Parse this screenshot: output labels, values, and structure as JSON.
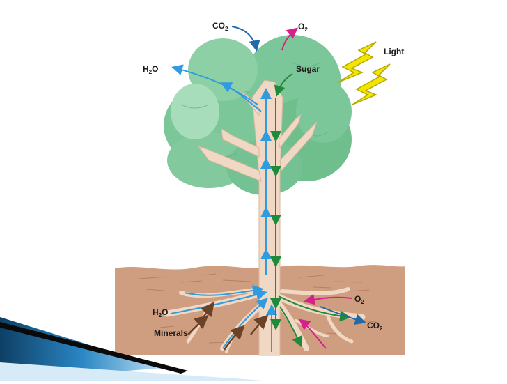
{
  "labels": {
    "co2_top": {
      "base": "CO",
      "sub": "2"
    },
    "o2_top": {
      "base": "O",
      "sub": "2"
    },
    "h2o_top": {
      "base": "H",
      "sub": "2",
      "rest": "O"
    },
    "light": "Light",
    "sugar": "Sugar",
    "h2o_bottom": {
      "base": "H",
      "sub": "2",
      "rest": "O"
    },
    "minerals": "Minerals",
    "o2_bottom": {
      "base": "O",
      "sub": "2"
    },
    "co2_bottom": {
      "base": "CO",
      "sub": "2"
    }
  },
  "colors": {
    "water_arrow": "#2f9be0",
    "sugar_arrow": "#1f8a3a",
    "oxygen_arrow": "#d6208a",
    "co2_arrow": "#1f6aa8",
    "mineral_arrow": "#6b4226",
    "light_bolt": "#f2e600",
    "soil": "#cf9d80",
    "foliage": "#7cc799",
    "trunk": "#f1d8c4",
    "accent_blue": "#1a5a8a"
  },
  "icons": [
    "light-bolt-icon",
    "tree-illustration",
    "root-system",
    "slide-accent-stripe"
  ]
}
